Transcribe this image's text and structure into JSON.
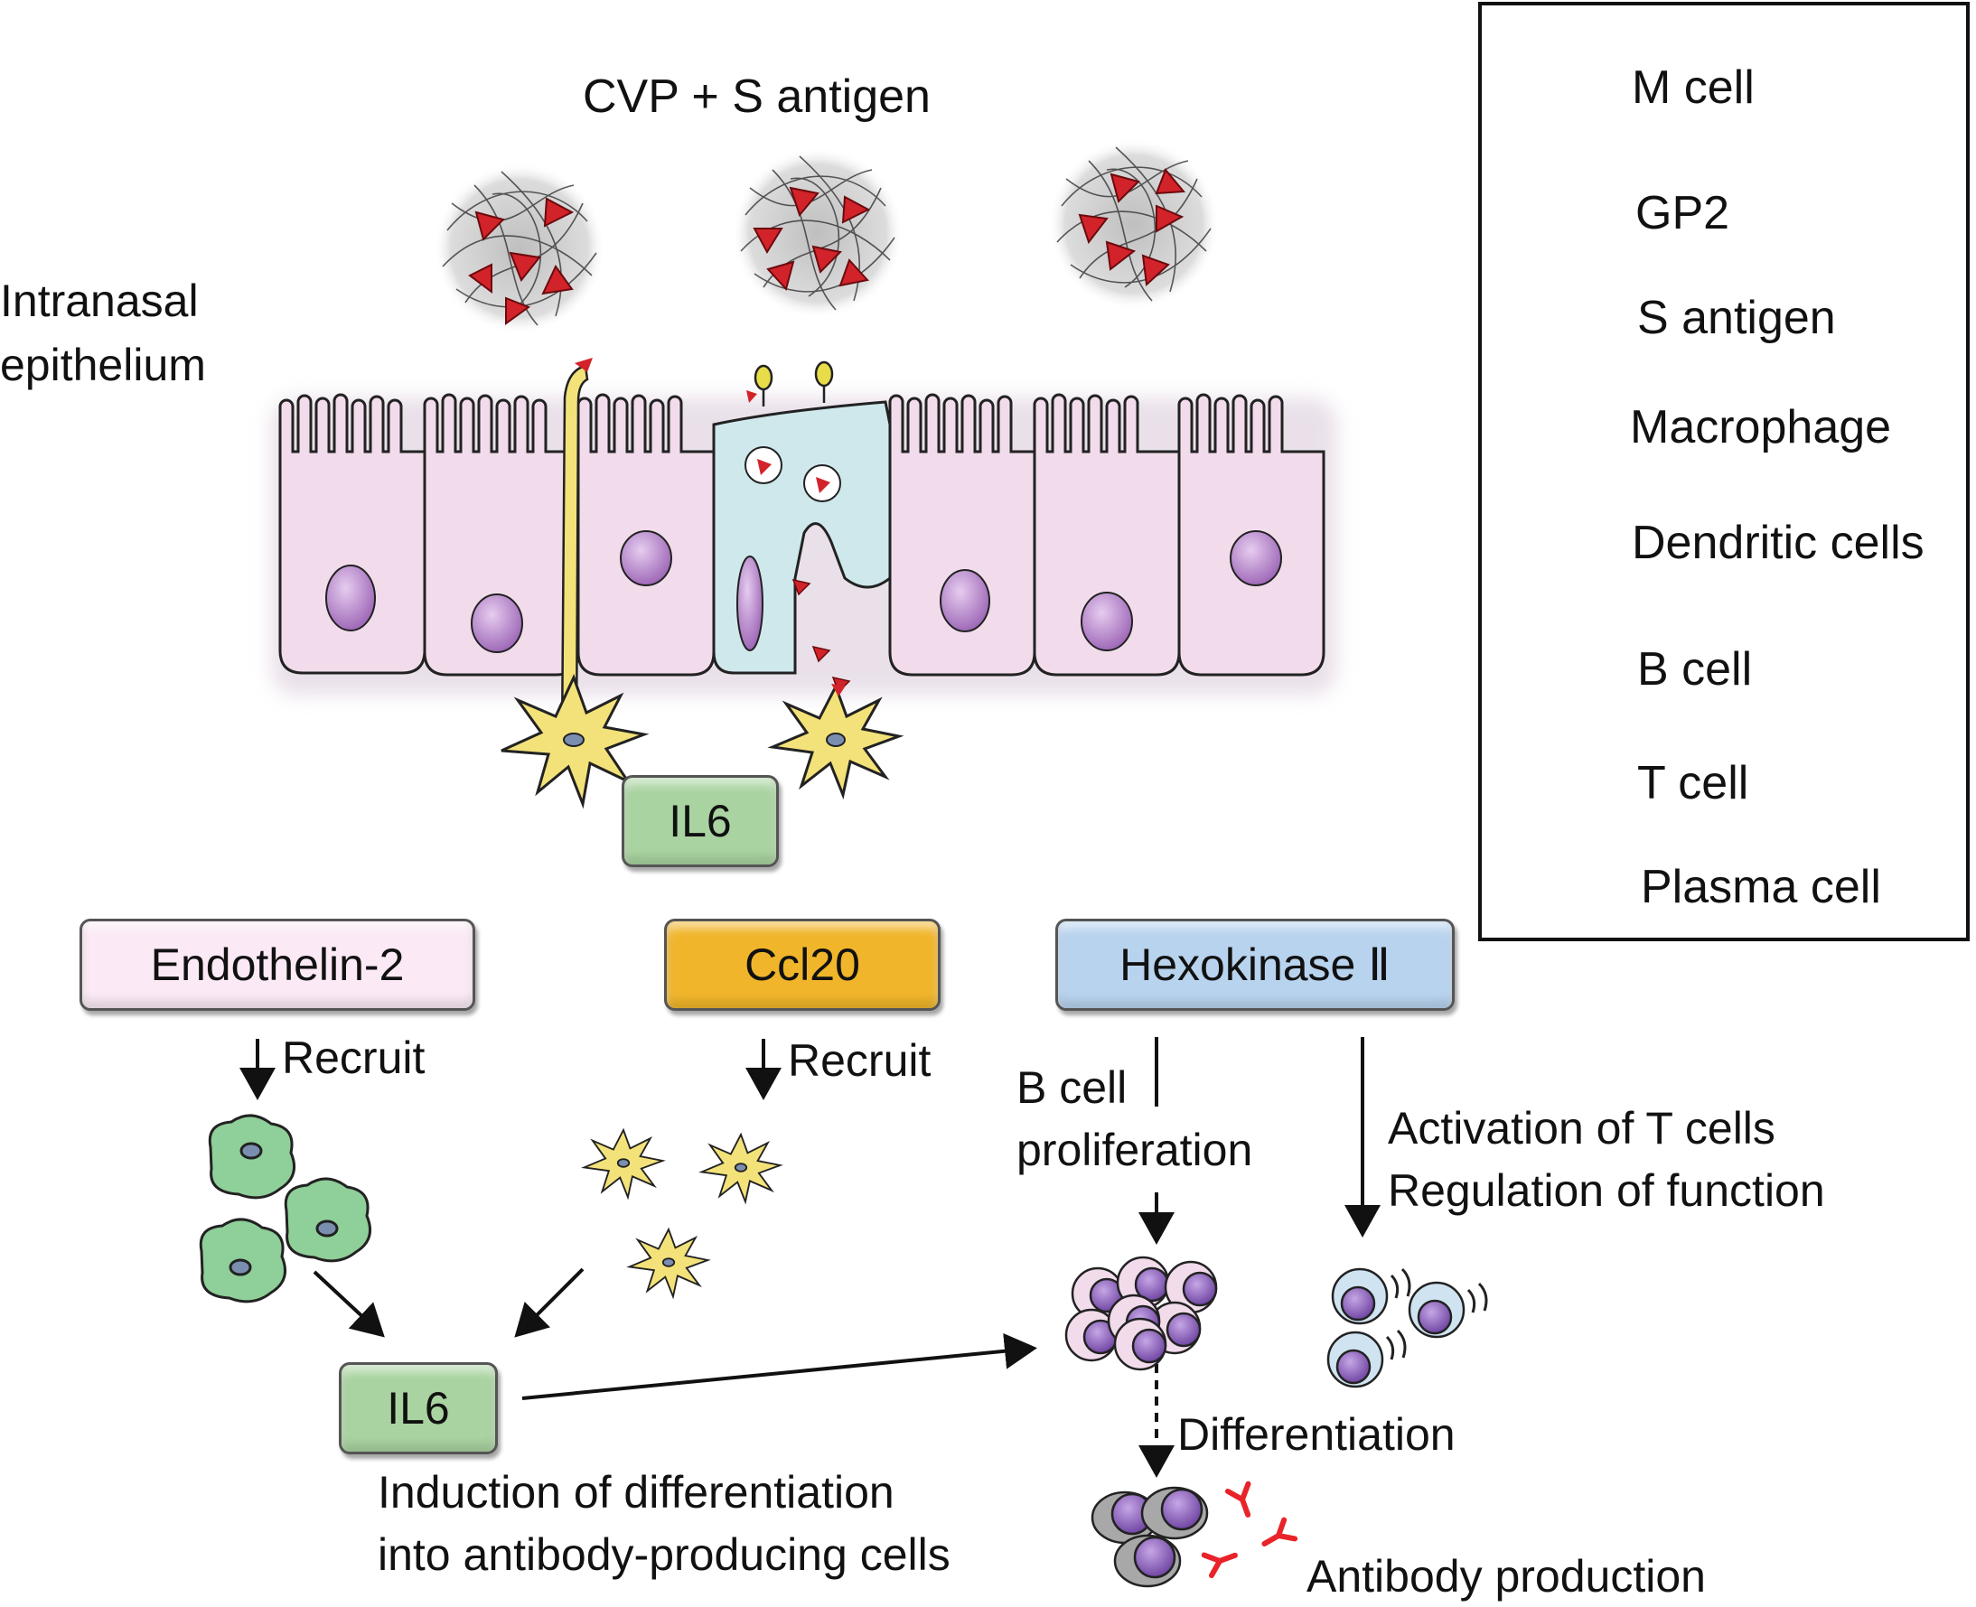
{
  "title": "CVP + S antigen",
  "epithelium_label_line1": "Intranasal",
  "epithelium_label_line2": "epithelium",
  "boxes": {
    "il6_top": "IL6",
    "endothelin": "Endothelin-2",
    "ccl20": "Ccl20",
    "hexokinase": "Hexokinase Ⅱ",
    "il6_bottom": "IL6"
  },
  "arrow_labels": {
    "recruit_left": "Recruit",
    "recruit_middle": "Recruit",
    "b_cell_prolif_line1": "B cell",
    "b_cell_prolif_line2": "proliferation",
    "t_activation_line1": "Activation of T cells",
    "t_activation_line2": "Regulation of function",
    "differentiation": "Differentiation",
    "induction_line1": "Induction of differentiation",
    "induction_line2": "into antibody-producing cells",
    "antibody_production": "Antibody production"
  },
  "legend": {
    "items": [
      {
        "label": "M cell",
        "icon": "m-cell-icon"
      },
      {
        "label": "GP2",
        "icon": "gp2-icon"
      },
      {
        "label": "S antigen",
        "icon": "s-antigen-icon"
      },
      {
        "label": "Macrophage",
        "icon": "macrophage-icon"
      },
      {
        "label": "Dendritic cells",
        "icon": "dendritic-cell-icon"
      },
      {
        "label": "B cell",
        "icon": "b-cell-icon"
      },
      {
        "label": "T cell",
        "icon": "t-cell-icon"
      },
      {
        "label": "Plasma cell",
        "icon": "plasma-cell-icon"
      }
    ]
  },
  "colors": {
    "epithelial_cell": "#f2dcec",
    "nucleus": "#b07cc6",
    "m_cell": "#cfe8ec",
    "antigen": "#d2232a",
    "dendritic": "#f3e27a",
    "macrophage": "#8fcf99",
    "il6_box": "#a9d3a0",
    "endothelin_box": "#fbeaf5",
    "ccl20_box": "#f0b52a",
    "hexokinase_box": "#b8d3ee",
    "antibody": "#e8242a"
  }
}
